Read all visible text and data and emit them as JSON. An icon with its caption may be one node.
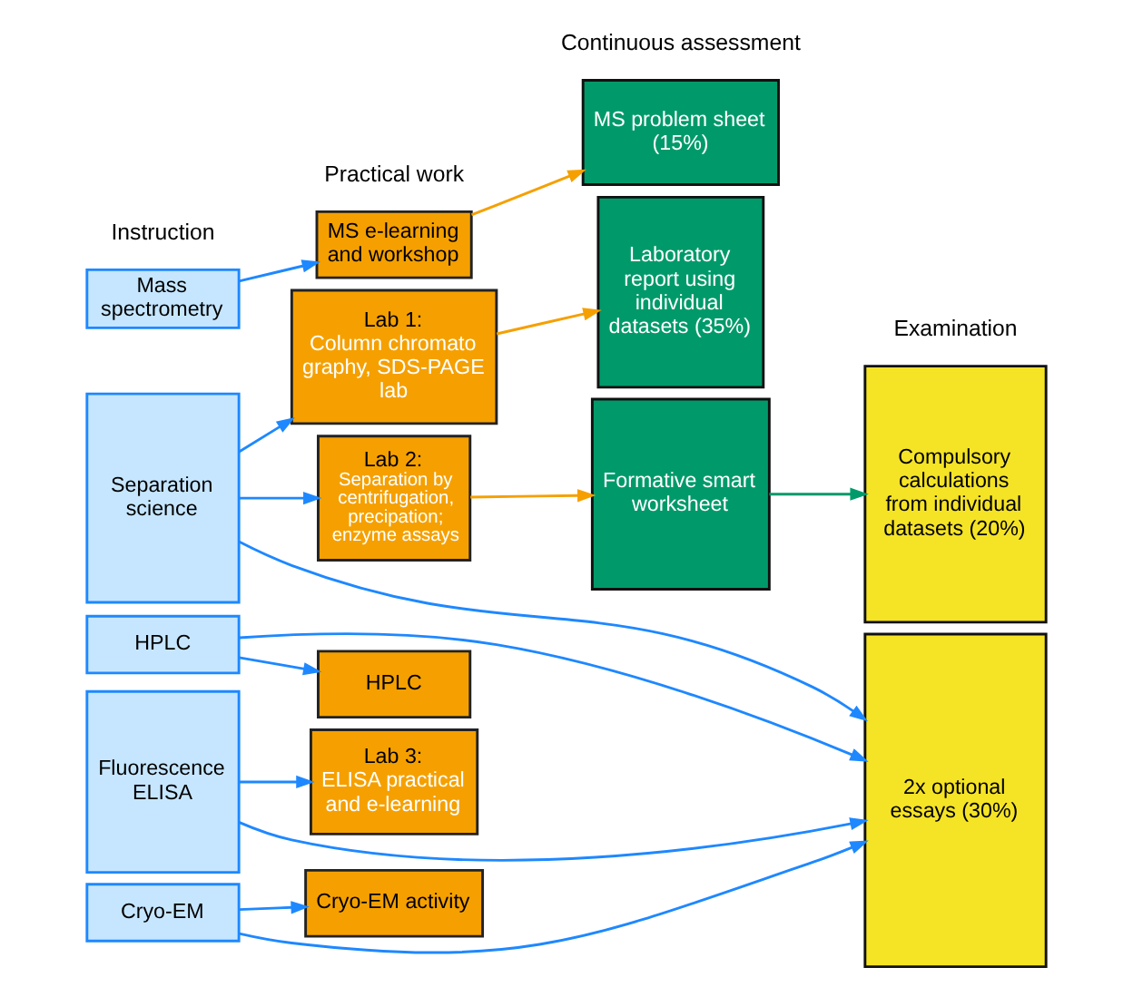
{
  "diagram": {
    "nodes": [
      {
        "text": [
          "Mass spectrometry"
        ]
      },
      {
        "text": [
          "Separation science"
        ]
      },
      {
        "text": [
          "HPLC"
        ]
      },
      {
        "text": [
          "Fluorescence ELISA"
        ]
      },
      {
        "text": [
          "Cryo-EM"
        ]
      },
      {
        "text": [
          "MS e-learning and workshop"
        ]
      },
      {
        "text": [
          "Lab 1:",
          "Column chromato graphy, SDS-PAGE lab"
        ]
      },
      {
        "text": [
          "Lab 2:",
          "Separation by centrifugation, precipation; enzyme assays"
        ]
      },
      {
        "text": [
          "HPLC"
        ]
      },
      {
        "text": [
          "Lab 3:",
          "ELISA practical and e-learning"
        ]
      },
      {
        "text": [
          "Cryo-EM activity"
        ]
      },
      {
        "text": [
          "MS problem sheet (15%)"
        ]
      },
      {
        "text": [
          "Laboratory report using individual datasets (35%)"
        ]
      },
      {
        "text": [
          "Formative smart worksheet"
        ]
      },
      {
        "text": [
          "Compulsory calculations from individual datasets (20%)"
        ]
      },
      {
        "text": [
          "2x optional essays (30%)"
        ]
      }
    ],
    "edges": [
      {
        "from": 0,
        "to": 5,
        "arrow": "to"
      },
      {
        "from": 1,
        "to": 6,
        "arrow": "to"
      },
      {
        "from": 1,
        "to": 15,
        "arrow": "to"
      },
      {
        "from": 1,
        "to": 7,
        "arrow": "to"
      },
      {
        "from": 2,
        "to": 15,
        "arrow": "to"
      },
      {
        "from": 2,
        "to": 8,
        "arrow": "to"
      },
      {
        "from": 3,
        "to": 15,
        "arrow": "to"
      },
      {
        "from": 3,
        "to": 9,
        "arrow": "to"
      },
      {
        "from": 4,
        "to": 10,
        "arrow": "to"
      },
      {
        "from": 4,
        "to": 15,
        "arrow": "to"
      },
      {
        "from": 5,
        "to": 11,
        "arrow": "to",
        "color": "#f5a000"
      },
      {
        "from": 6,
        "to": 12,
        "arrow": "to",
        "color": "#f5a000"
      },
      {
        "from": 7,
        "to": 13,
        "arrow": "to",
        "color": "#f5a000"
      },
      {
        "from": 13,
        "to": 14,
        "arrow": "to",
        "color": "#009a6a"
      }
    ],
    "labels": [
      "Instruction",
      "Practical work",
      "Continuous assessment",
      "Examination"
    ]
  }
}
